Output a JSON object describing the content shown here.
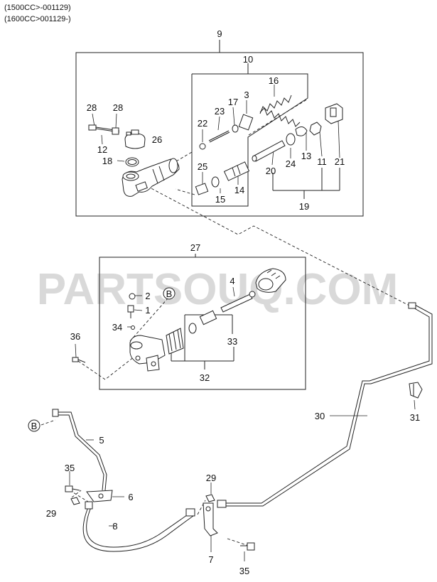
{
  "header": {
    "line1": "(1500CC>-001129)",
    "line2": "(1600CC>001129-)"
  },
  "watermark": "PARTSOUQ.COM",
  "callouts": {
    "n9": "9",
    "n10": "10",
    "n28a": "28",
    "n28b": "28",
    "n12": "12",
    "n26": "26",
    "n18": "18",
    "n22": "22",
    "n23": "23",
    "n17": "17",
    "n3": "3",
    "n16": "16",
    "n24": "24",
    "n13": "13",
    "n11": "11",
    "n21": "21",
    "n20": "20",
    "n25": "25",
    "n15": "15",
    "n14": "14",
    "n19": "19",
    "n27": "27",
    "n4": "4",
    "n2": "2",
    "n1": "1",
    "n34": "34",
    "n36": "36",
    "n33": "33",
    "n32": "32",
    "n30": "30",
    "n31": "31",
    "n5": "5",
    "n35a": "35",
    "n6": "6",
    "n29a": "29",
    "n8": "8",
    "n29b": "29",
    "n7": "7",
    "n35b": "35",
    "refB1": "B",
    "refB2": "B"
  },
  "colors": {
    "line": "#222222",
    "watermark": "#d9d9d9",
    "background": "#ffffff"
  }
}
